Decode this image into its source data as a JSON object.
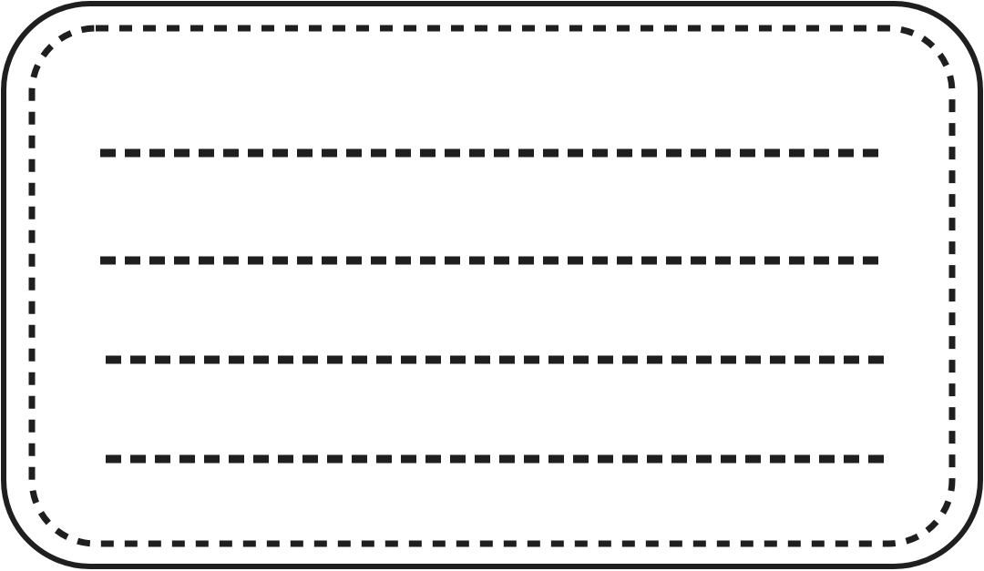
{
  "label": {
    "outline_color": "#1f1f1f",
    "stitch_color": "#1f1f1f",
    "fill_color": "#ffffff",
    "writing_line_count": 4,
    "writing_line_style": "dashed",
    "border_style": "solid outer border with dashed inner border"
  }
}
